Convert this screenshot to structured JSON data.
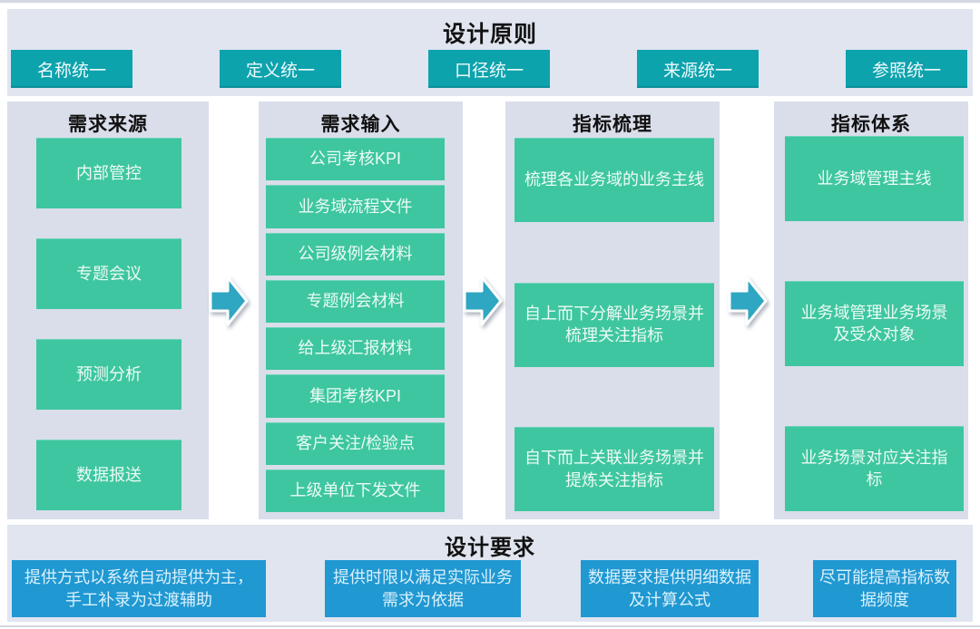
{
  "principles": {
    "title": "设计原则",
    "items": [
      "名称统一",
      "定义统一",
      "口径统一",
      "来源统一",
      "参照统一"
    ]
  },
  "columns": [
    {
      "header": "需求来源",
      "items": [
        "内部管控",
        "专题会议",
        "预测分析",
        "数据报送"
      ]
    },
    {
      "header": "需求输入",
      "items": [
        "公司考核KPI",
        "业务域流程文件",
        "公司级例会材料",
        "专题例会材料",
        "给上级汇报材料",
        "集团考核KPI",
        "客户关注/检验点",
        "上级单位下发文件"
      ]
    },
    {
      "header": "指标梳理",
      "items": [
        "梳理各业务域的业务主线",
        "自上而下分解业务场景并梳理关注指标",
        "自下而上关联业务场景并提炼关注指标"
      ]
    },
    {
      "header": "指标体系",
      "items": [
        "业务域管理主线",
        "业务域管理业务场景及受众对象",
        "业务场景对应关注指标"
      ]
    }
  ],
  "requirements": {
    "title": "设计要求",
    "items": [
      "提供方式以系统自动提供为主，手工补录为过渡辅助",
      "提供时限以满足实际业务需求为依据",
      "数据要求提供明细数据及计算公式",
      "尽可能提高指标数据频度"
    ]
  },
  "colors": {
    "principle_pill": "#0da3ad",
    "process_box": "#3ec6a0",
    "requirement_box": "#2098d2",
    "arrow": "#2fa6c2",
    "band_background": "#e0e5f0",
    "column_background": "#d9deea"
  }
}
